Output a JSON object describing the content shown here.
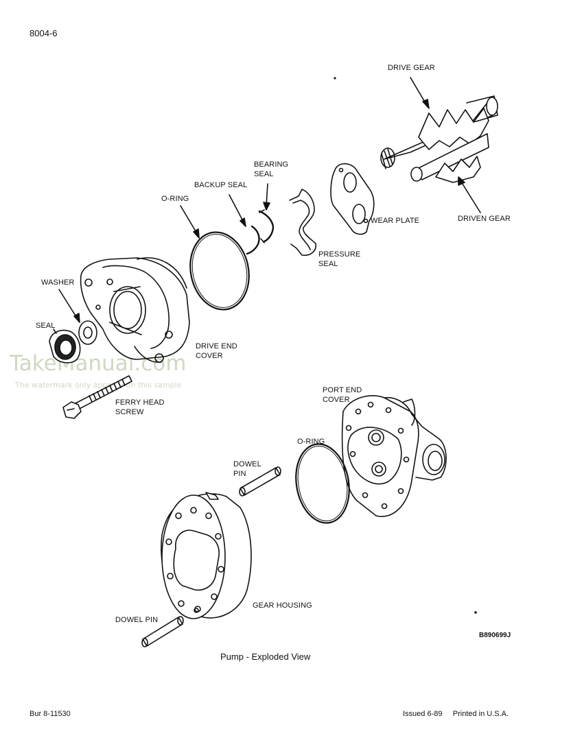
{
  "page_number": "8004-6",
  "labels": {
    "drive_gear": "DRIVE GEAR",
    "bearing_seal_1": "BEARING",
    "bearing_seal_2": "SEAL",
    "backup_seal": "BACKUP SEAL",
    "o_ring_top": "O-RING",
    "wear_plate": "WEAR PLATE",
    "driven_gear": "DRIVEN GEAR",
    "pressure_seal_1": "PRESSURE",
    "pressure_seal_2": "SEAL",
    "washer": "WASHER",
    "seal": "SEAL",
    "drive_end_cover_1": "DRIVE END",
    "drive_end_cover_2": "COVER",
    "ferry_head_screw_1": "FERRY HEAD",
    "ferry_head_screw_2": "SCREW",
    "port_end_cover_1": "PORT END",
    "port_end_cover_2": "COVER",
    "o_ring_bottom": "O-RING",
    "dowel_pin_top_1": "DOWEL",
    "dowel_pin_top_2": "PIN",
    "gear_housing": "GEAR HOUSING",
    "dowel_pin_bottom": "DOWEL PIN"
  },
  "figure_id": "B890699J",
  "caption": "Pump - Exploded View",
  "footer": {
    "left": "Bur 8-11530",
    "right": "Issued 6-89     Printed in U.S.A."
  },
  "watermark": {
    "main": "TakeManual.com",
    "sub": "The watermark only appears on this sample"
  }
}
